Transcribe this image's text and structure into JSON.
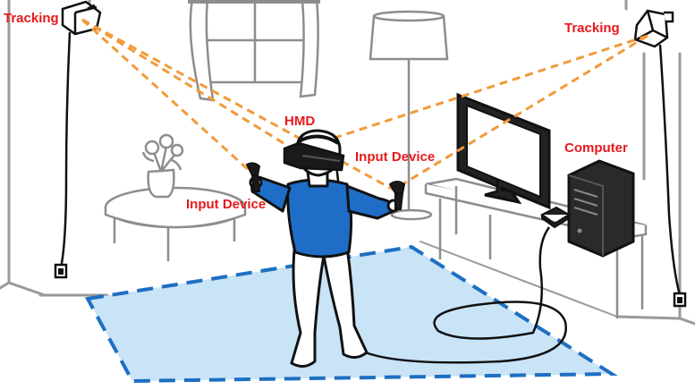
{
  "labels": {
    "tracking_left": "Tracking",
    "tracking_right": "Tracking",
    "hmd": "HMD",
    "input_device_right": "Input Device",
    "input_device_left": "Input Device",
    "computer": "Computer"
  },
  "colors": {
    "label": "#e8191c",
    "tracking_beam": "#f29a3a",
    "play_area_fill": "#c9e3f7",
    "play_area_border": "#1d6fc2",
    "user_body": "#1e6ec8",
    "outline": "#111111",
    "room_lines": "#9a9a9a"
  },
  "icons": {
    "tracker": "base-station-icon",
    "headset": "vr-headset-icon",
    "controller": "motion-controller-icon",
    "computer": "desktop-tower-icon",
    "monitor": "monitor-icon"
  }
}
